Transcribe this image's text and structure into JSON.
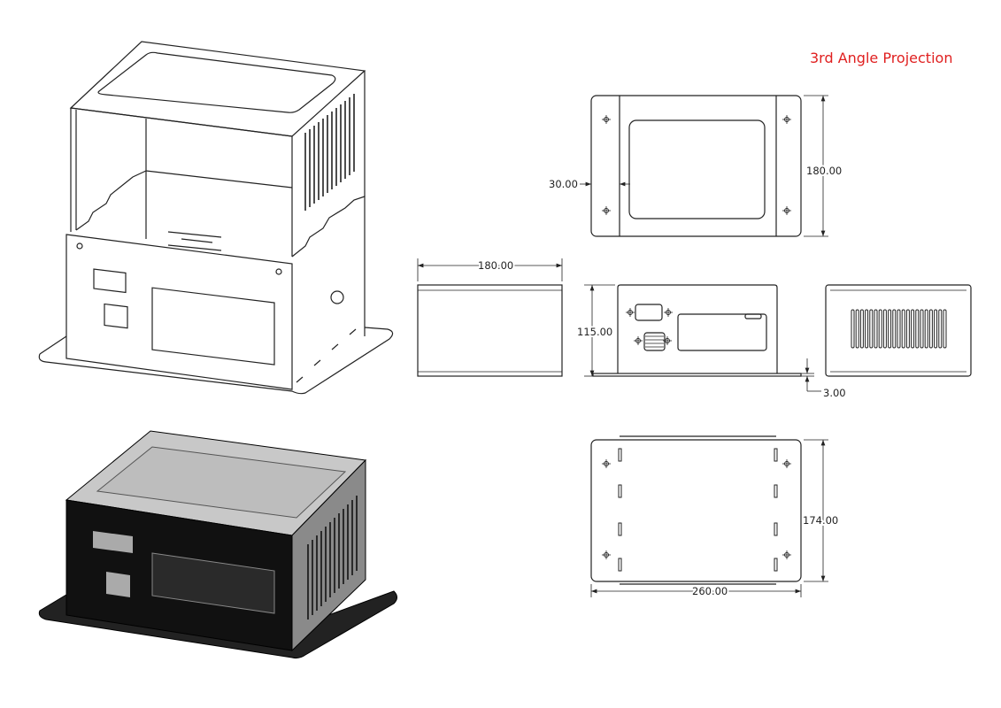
{
  "title": "3rd Angle Projection",
  "colors": {
    "title": "#e02020",
    "line": "#222222",
    "shaded_front": "#111111",
    "shaded_top": "#c8c8c8",
    "shaded_side": "#8a8a8a"
  },
  "dimensions": {
    "top_width": "180.00",
    "top_flange": "30.00",
    "side_length": "180.00",
    "front_height": "115.00",
    "base_thickness": "3.00",
    "bottom_depth": "174.00",
    "bottom_width": "260.00"
  }
}
